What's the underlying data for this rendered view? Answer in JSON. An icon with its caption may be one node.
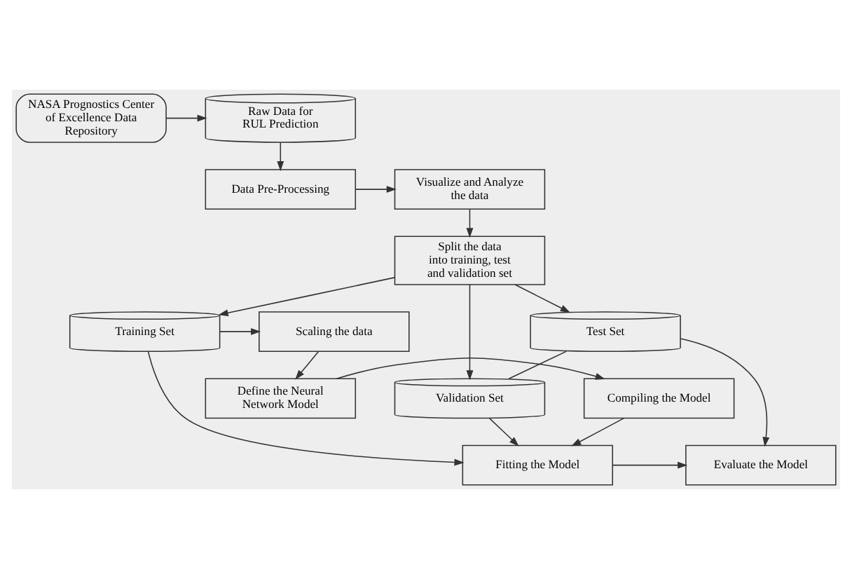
{
  "diagram": {
    "nodes": [
      {
        "text": [
          "NASA Prognostics Center of Excellence Data Repository"
        ]
      },
      {
        "text": [
          "Raw Data for RUL Prediction"
        ]
      },
      {
        "text": [
          "Data Pre-Processing"
        ]
      },
      {
        "text": [
          "Visualize and Analyze the data"
        ]
      },
      {
        "text": [
          "Split the data into training, test and validation set"
        ]
      },
      {
        "text": [
          "Test Set"
        ]
      },
      {
        "text": [
          "Training Set"
        ]
      },
      {
        "text": [
          "Validation Set"
        ]
      },
      {
        "text": [
          "Scaling the data"
        ]
      },
      {
        "text": [
          "Define the Neural Network Model"
        ]
      },
      {
        "text": [
          "Compiling the Model"
        ]
      },
      {
        "text": [
          "Fitting the Model"
        ]
      },
      {
        "text": [
          "Evaluate the Model"
        ]
      }
    ],
    "edges": [
      {
        "from": 0,
        "to": 1,
        "arrow": "to"
      },
      {
        "from": 1,
        "to": 2,
        "arrow": "to"
      },
      {
        "from": 2,
        "to": 3,
        "arrow": "to"
      },
      {
        "from": 3,
        "to": 4,
        "arrow": "to"
      },
      {
        "from": 4,
        "to": 5,
        "arrow": "to"
      },
      {
        "from": 4,
        "to": 6,
        "arrow": "to"
      },
      {
        "from": 4,
        "to": 7,
        "arrow": "to"
      },
      {
        "from": 6,
        "to": 8,
        "arrow": "to"
      },
      {
        "from": 5,
        "to": 7,
        "arrow": "none"
      },
      {
        "from": 8,
        "to": 9,
        "arrow": "to"
      },
      {
        "from": 9,
        "to": 10,
        "arrow": "to"
      },
      {
        "from": 10,
        "to": 11,
        "arrow": "to"
      },
      {
        "from": 7,
        "to": 11,
        "arrow": "to"
      },
      {
        "from": 6,
        "to": 11,
        "arrow": "to"
      },
      {
        "from": 5,
        "to": 12,
        "arrow": "to"
      },
      {
        "from": 11,
        "to": 12,
        "arrow": "to"
      }
    ]
  }
}
